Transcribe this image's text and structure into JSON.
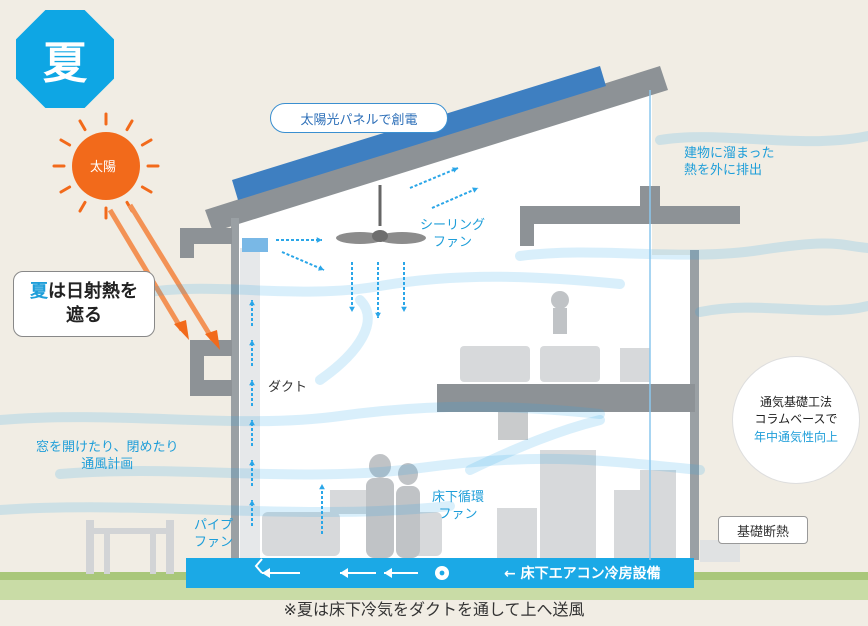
{
  "season": "夏",
  "sun": "太陽",
  "solar_panel": "太陽光パネルで創電",
  "exhaust": [
    "建物に溜まった",
    "熱を外に排出"
  ],
  "ceiling_fan": [
    "シーリング",
    "ファン"
  ],
  "callout": {
    "highlight": "夏",
    "rest": "は日射熱を",
    "line2": "遮る"
  },
  "duct": "ダクト",
  "window": [
    "窓を開けたり、閉めたり",
    "通風計画"
  ],
  "pipe_fan": [
    "パイプ",
    "ファン"
  ],
  "underfloor_fan": [
    "床下循環",
    "ファン"
  ],
  "foundation_method": [
    "通気基礎工法",
    "コラムベースで",
    "年中通気性向上"
  ],
  "foundation_insulation": "基礎断熱",
  "ac_bar": "← 床下エアコン冷房設備",
  "footnote": "※夏は床下冷気をダクトを通して上へ送風",
  "colors": {
    "sky_blue": "#0ea6e4",
    "sun_orange": "#f26a1b",
    "air_blue": "#2aa6e8",
    "text_blue": "#1e9ed9"
  }
}
